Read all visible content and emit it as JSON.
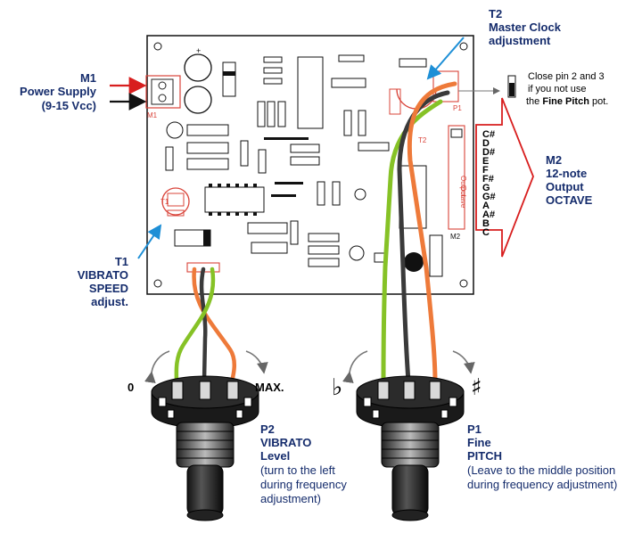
{
  "labels": {
    "m1": {
      "id": "M1",
      "line1": "Power Supply",
      "line2": "(9-15 Vcc)"
    },
    "t2": {
      "id": "T2",
      "line1": "Master Clock",
      "line2": "adjustment"
    },
    "t1": {
      "id": "T1",
      "line1": "VIBRATO",
      "line2": "SPEED",
      "line3": "adjust."
    },
    "m2": {
      "id": "M2",
      "line1": "12-note",
      "line2": "Output",
      "line3": "OCTAVE"
    },
    "pin_note": {
      "line1": "Close pin 2 and 3",
      "line2": "if you not use",
      "line3_pre": "the ",
      "line3_bold": "Fine Pitch",
      "line3_post": " pot."
    },
    "p2": {
      "id": "P2",
      "line1": "VIBRATO",
      "line2": "Level",
      "note1": "(turn to the left",
      "note2": "during frequency",
      "note3": "adjustment)"
    },
    "p1": {
      "id": "P1",
      "line1": "Fine",
      "line2": "PITCH",
      "note1": "(Leave to the middle position",
      "note2": "during frequency adjustment)"
    },
    "p2_min": "0",
    "p2_max": "MAX.",
    "flat": "♭",
    "sharp": "♯"
  },
  "notes": [
    "C#",
    "D",
    "D#",
    "E",
    "F",
    "F#",
    "G",
    "G#",
    "A",
    "A#",
    "B",
    "C"
  ],
  "pcb_marks": {
    "m1": "M1",
    "t1": "T1",
    "t2": "T2",
    "p1": "P1",
    "m2": "M2",
    "output": "Output",
    "octave": "Octave",
    "plus": "+"
  },
  "colors": {
    "orange": "#ee7a3a",
    "green": "#86c226",
    "black": "#3a3a3a",
    "red": "#d81e1e",
    "blue": "#1e8fd6",
    "navy": "#152c6c",
    "pcb_red": "#d9443a"
  }
}
